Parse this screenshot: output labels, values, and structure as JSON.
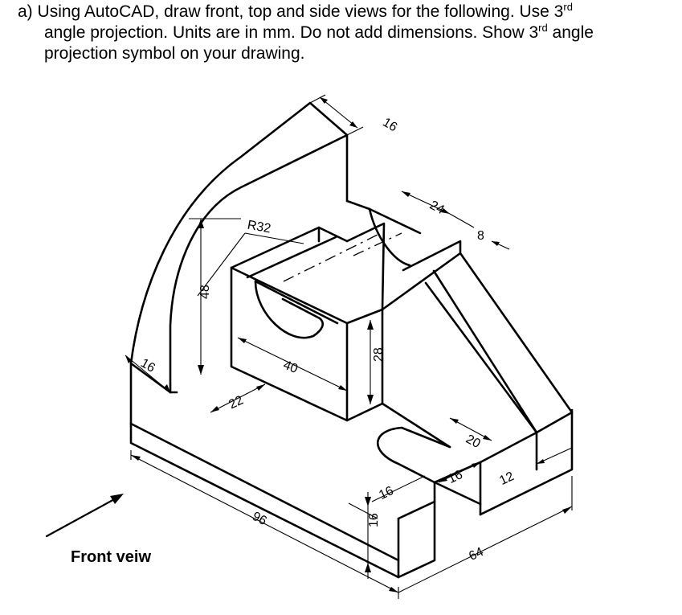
{
  "task": {
    "prefix": "a)",
    "line1_a": "Using AutoCAD, draw front, top and side views for the following. Use 3",
    "line1_sup": "rd",
    "line2_a": "angle projection. Units are in mm. Do not add dimensions. Show 3",
    "line2_sup": "rd",
    "line2_b": " angle",
    "line3": "projection symbol on your drawing."
  },
  "dimensions": {
    "d16_top": "16",
    "d24": "24",
    "d8": "8",
    "r32": "R32",
    "d48": "48",
    "d16_left": "16",
    "d40": "40",
    "d22": "22",
    "d28": "28",
    "d20": "20",
    "d16_slot": "16",
    "d12": "12",
    "d16_mid": "16",
    "d16_height": "16",
    "d96": "96",
    "d64": "64"
  },
  "annotation": {
    "front_view_label": "Front veiw"
  }
}
